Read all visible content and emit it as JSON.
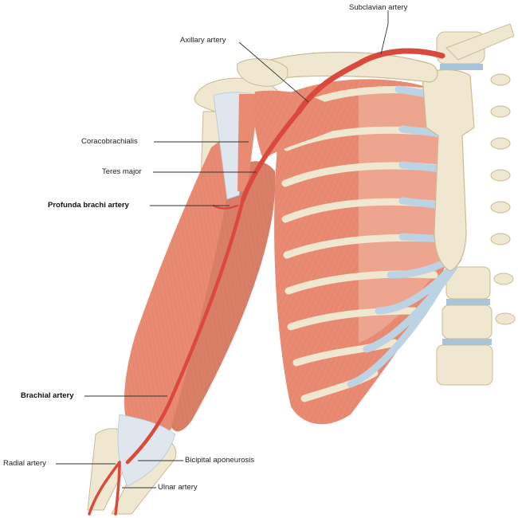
{
  "labels": {
    "subclavian": "Subclavian artery",
    "axillary": "Axillary artery",
    "coracobrachialis": "Coracobrachialis",
    "teres_major": "Teres major",
    "profunda": "Profunda brachi artery",
    "brachial": "Brachial artery",
    "radial": "Radial artery",
    "bicipital": "Bicipital aponeurosis",
    "ulnar": "Ulnar artery"
  },
  "colors": {
    "muscle": "#e98a73",
    "muscle_dark": "#d06a55",
    "bone": "#efe7cf",
    "bone_shadow": "#d8ccaa",
    "cartilage": "#bcd3e3",
    "artery": "#d94a3d",
    "tendon": "#dfe6ee",
    "leader": "#333333"
  }
}
